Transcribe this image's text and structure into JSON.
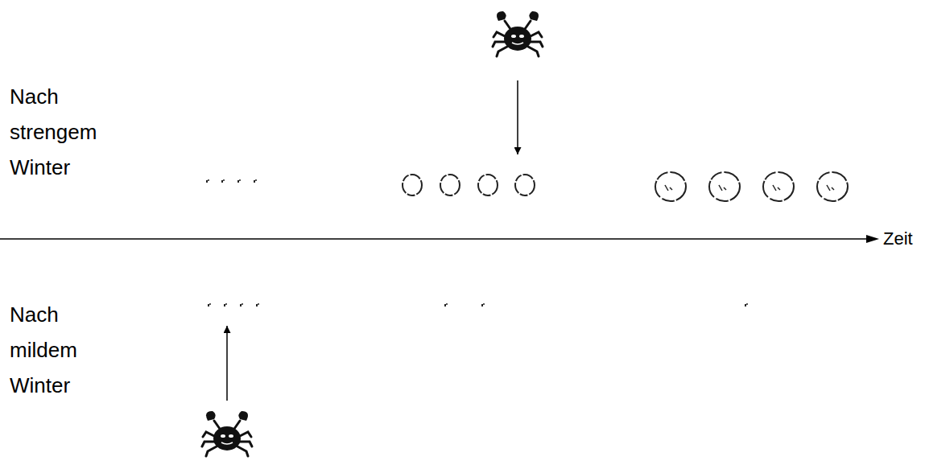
{
  "diagram": {
    "labels": [
      "Nach strengem Winter",
      "Nach mildem Winter",
      "Zeit"
    ]
  }
}
